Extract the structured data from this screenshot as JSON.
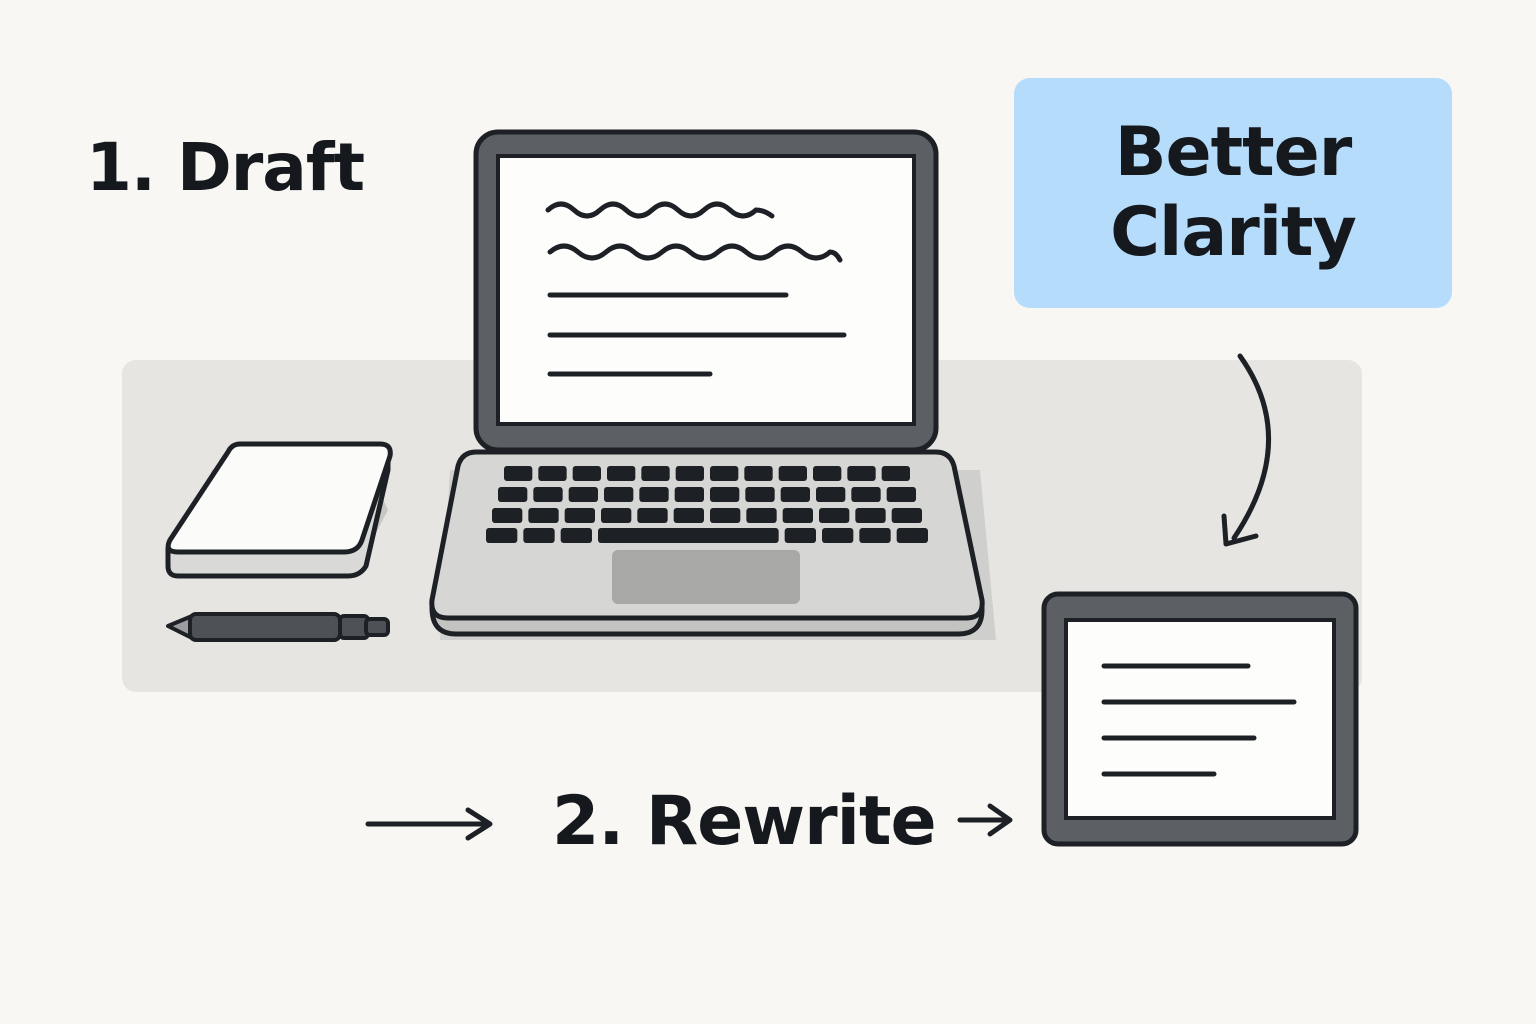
{
  "labels": {
    "step1": "1. Draft",
    "step2": "2. Rewrite",
    "badge_line1": "Better",
    "badge_line2": "Clarity"
  },
  "icons": {
    "notepad": "notepad-icon",
    "pen": "pen-icon",
    "laptop": "laptop-icon",
    "document": "document-icon",
    "arrows": [
      "arrow-right-icon",
      "arrow-curved-down-icon"
    ]
  },
  "colors": {
    "background": "#f8f7f4",
    "desk": "#e6e5e2",
    "badge": "#b5dcfb",
    "frame": "#5c5f63",
    "outline": "#1d2125",
    "text": "#15191d"
  }
}
